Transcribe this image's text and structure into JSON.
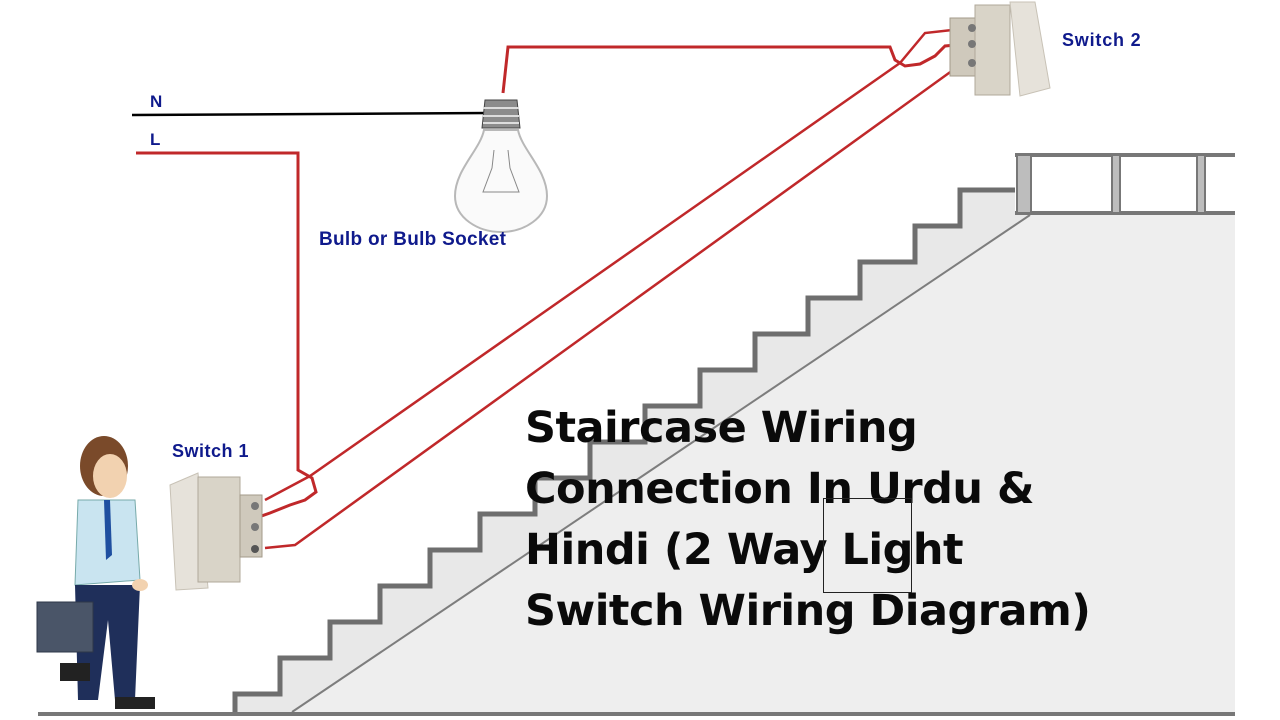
{
  "labels": {
    "neutral": "N",
    "live": "L",
    "bulb": "Bulb or Bulb Socket",
    "switch1": "Switch 1",
    "switch2": "Switch 2"
  },
  "title": {
    "lines": [
      "Staircase Wiring",
      "Connection In Urdu &",
      "Hindi (2 Way Light",
      "Switch Wiring Diagram)"
    ]
  },
  "colors": {
    "wire_live": "#c0282a",
    "wire_neutral": "#000000",
    "label_blue": "#0f1a8c",
    "stair_gray": "#7a7a7a",
    "wall_gray": "#ececec"
  }
}
